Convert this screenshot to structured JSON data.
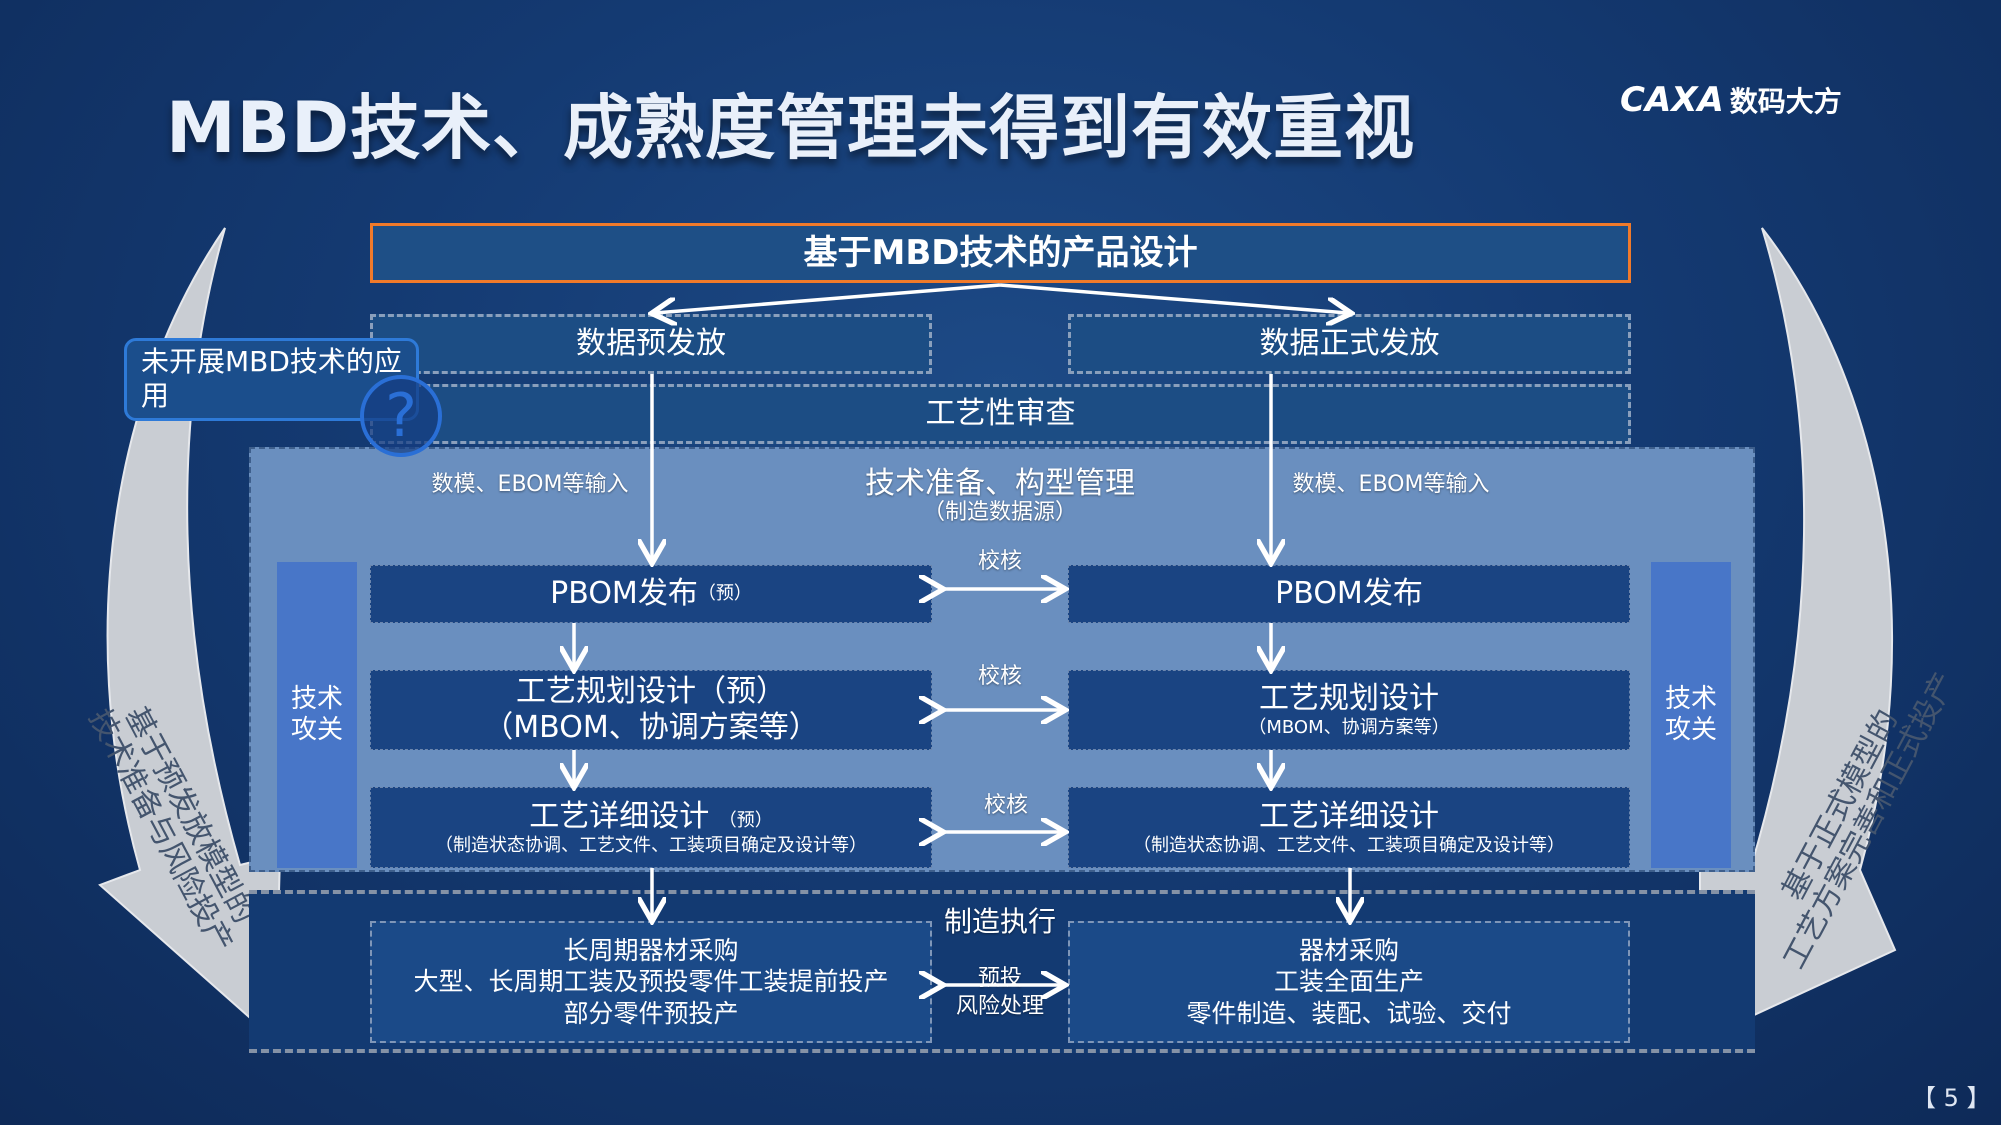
{
  "title": "MBD技术、成熟度管理未得到有效重视",
  "logo": {
    "brand": "CAXA",
    "name": "数码大方"
  },
  "top_box": "基于MBD技术的产品设计",
  "pre_release": "数据预发放",
  "formal_release": "数据正式发放",
  "process_review": "工艺性审查",
  "callout": {
    "text": "未开展MBD技术的应用",
    "icon": "question-icon"
  },
  "center_label": {
    "line1": "技术准备、构型管理",
    "line2": "（制造数据源）"
  },
  "input_left": "数模、EBOM等输入",
  "input_right": "数模、EBOM等输入",
  "tech_left": [
    "技术",
    "攻关"
  ],
  "tech_right": [
    "技术",
    "攻关"
  ],
  "check_labels": [
    "校核",
    "校核",
    "校核"
  ],
  "left_col": {
    "pbom": "PBOM发布",
    "pbom_note": "（预）",
    "plan": "工艺规划设计（预）",
    "plan_sub": "（MBOM、协调方案等）",
    "detail": "工艺详细设计",
    "detail_note": "（预）",
    "detail_sub": "（制造状态协调、工艺文件、工装项目确定及设计等）"
  },
  "right_col": {
    "pbom": "PBOM发布",
    "plan": "工艺规划设计",
    "plan_sub": "（MBOM、协调方案等）",
    "detail": "工艺详细设计",
    "detail_sub": "（制造状态协调、工艺文件、工装项目确定及设计等）"
  },
  "mfg_label": "制造执行",
  "risk_label": {
    "line1": "预投",
    "line2": "风险处理"
  },
  "bottom_left": [
    "长周期器材采购",
    "大型、长周期工装及预投零件工装提前投产",
    "部分零件预投产"
  ],
  "bottom_right": [
    "器材采购",
    "工装全面生产",
    "零件制造、装配、试验、交付"
  ],
  "left_arrow_text": [
    "基于预发放模型的",
    "技术准备与风险投产"
  ],
  "right_arrow_text": [
    "基于正式模型的",
    "工艺方案完善和正式投产"
  ],
  "page_number": "【 5 】"
}
